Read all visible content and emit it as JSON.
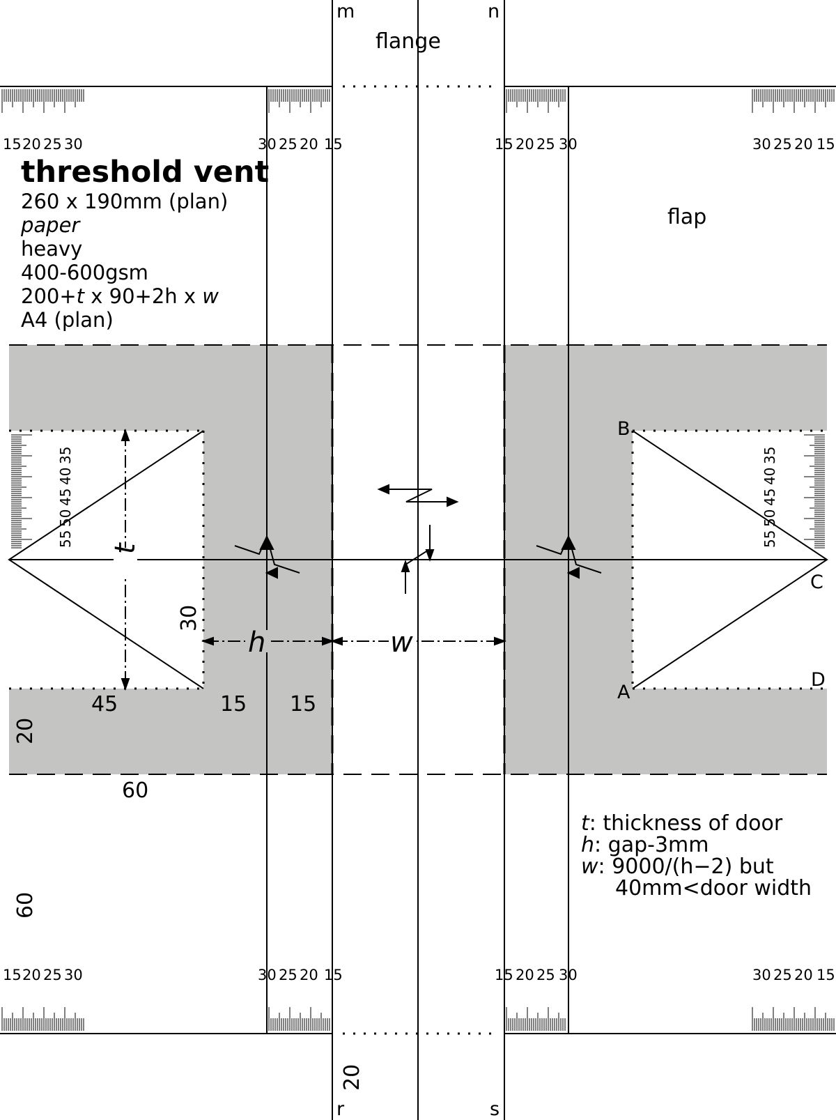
{
  "title": "threshold vent",
  "specs": {
    "size": "260 x 190mm (plan)",
    "material": "paper",
    "weight": "heavy",
    "gsm": "400-600gsm",
    "formula_pre": "200+",
    "formula_t": "t",
    "formula_mid": " x 90+2h x ",
    "formula_w": "w",
    "sheet": "A4 (plan)"
  },
  "labels": {
    "flange": "flange",
    "flap": "flap",
    "m": "m",
    "n": "n",
    "r": "r",
    "s": "s",
    "A": "A",
    "B": "B",
    "C": "C",
    "D": "D",
    "t": "t",
    "h": "h",
    "w": "w"
  },
  "dimensions": {
    "d45": "45",
    "d15a": "15",
    "d15b": "15",
    "d30": "30",
    "d20_left": "20",
    "d60_bottom": "60",
    "d60_left": "60",
    "d20_bottom": "20"
  },
  "ruler_ticks": {
    "outer_left": [
      "15",
      "20",
      "25",
      "30"
    ],
    "inner_left": [
      "30",
      "25",
      "20",
      "15"
    ],
    "inner_right": [
      "15",
      "20",
      "25",
      "30"
    ],
    "outer_right": [
      "30",
      "25",
      "20",
      "15"
    ],
    "side": [
      "55",
      "50",
      "45",
      "40",
      "35"
    ]
  },
  "legend": {
    "t_sym": "t",
    "t_text": ": thickness of door",
    "h_sym": "h",
    "h_text": ": gap-3mm",
    "w_sym": "w",
    "w_text": ": 9000/(h−2) but",
    "w_text2": "40mm<door width"
  },
  "colors": {
    "shade": "#c4c5c3",
    "line": "#000000"
  }
}
